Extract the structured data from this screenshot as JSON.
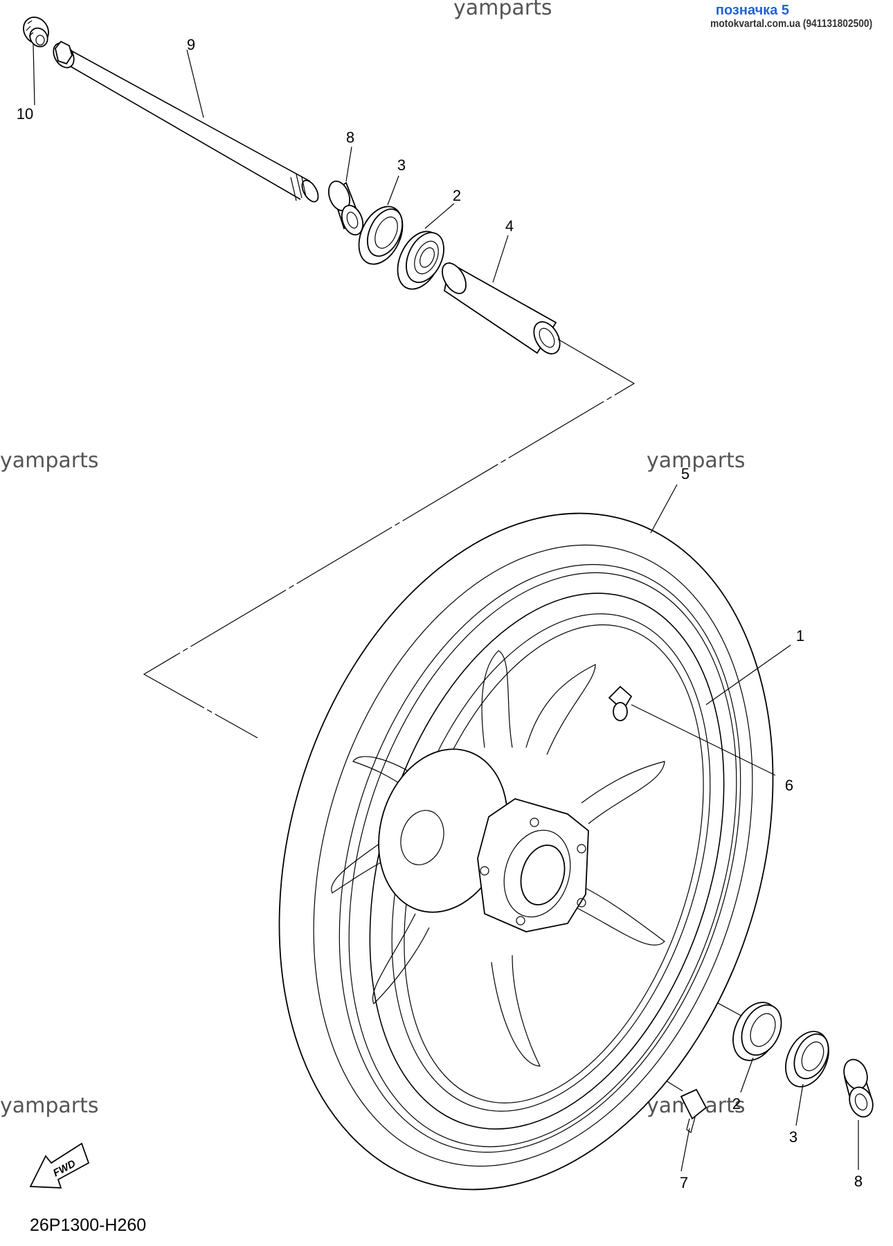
{
  "header": {
    "title": "позначка 5",
    "subtitle": "motokvartal.com.ua (941131802500)"
  },
  "watermark": "yamparts",
  "diagram_code": "26P1300-H260",
  "fwd_label": "FWD",
  "callouts": {
    "c1": "1",
    "c2a": "2",
    "c2b": "2",
    "c3a": "3",
    "c3b": "3",
    "c4": "4",
    "c5": "5",
    "c6": "6",
    "c7": "7",
    "c8a": "8",
    "c8b": "8",
    "c9": "9",
    "c10": "10"
  }
}
